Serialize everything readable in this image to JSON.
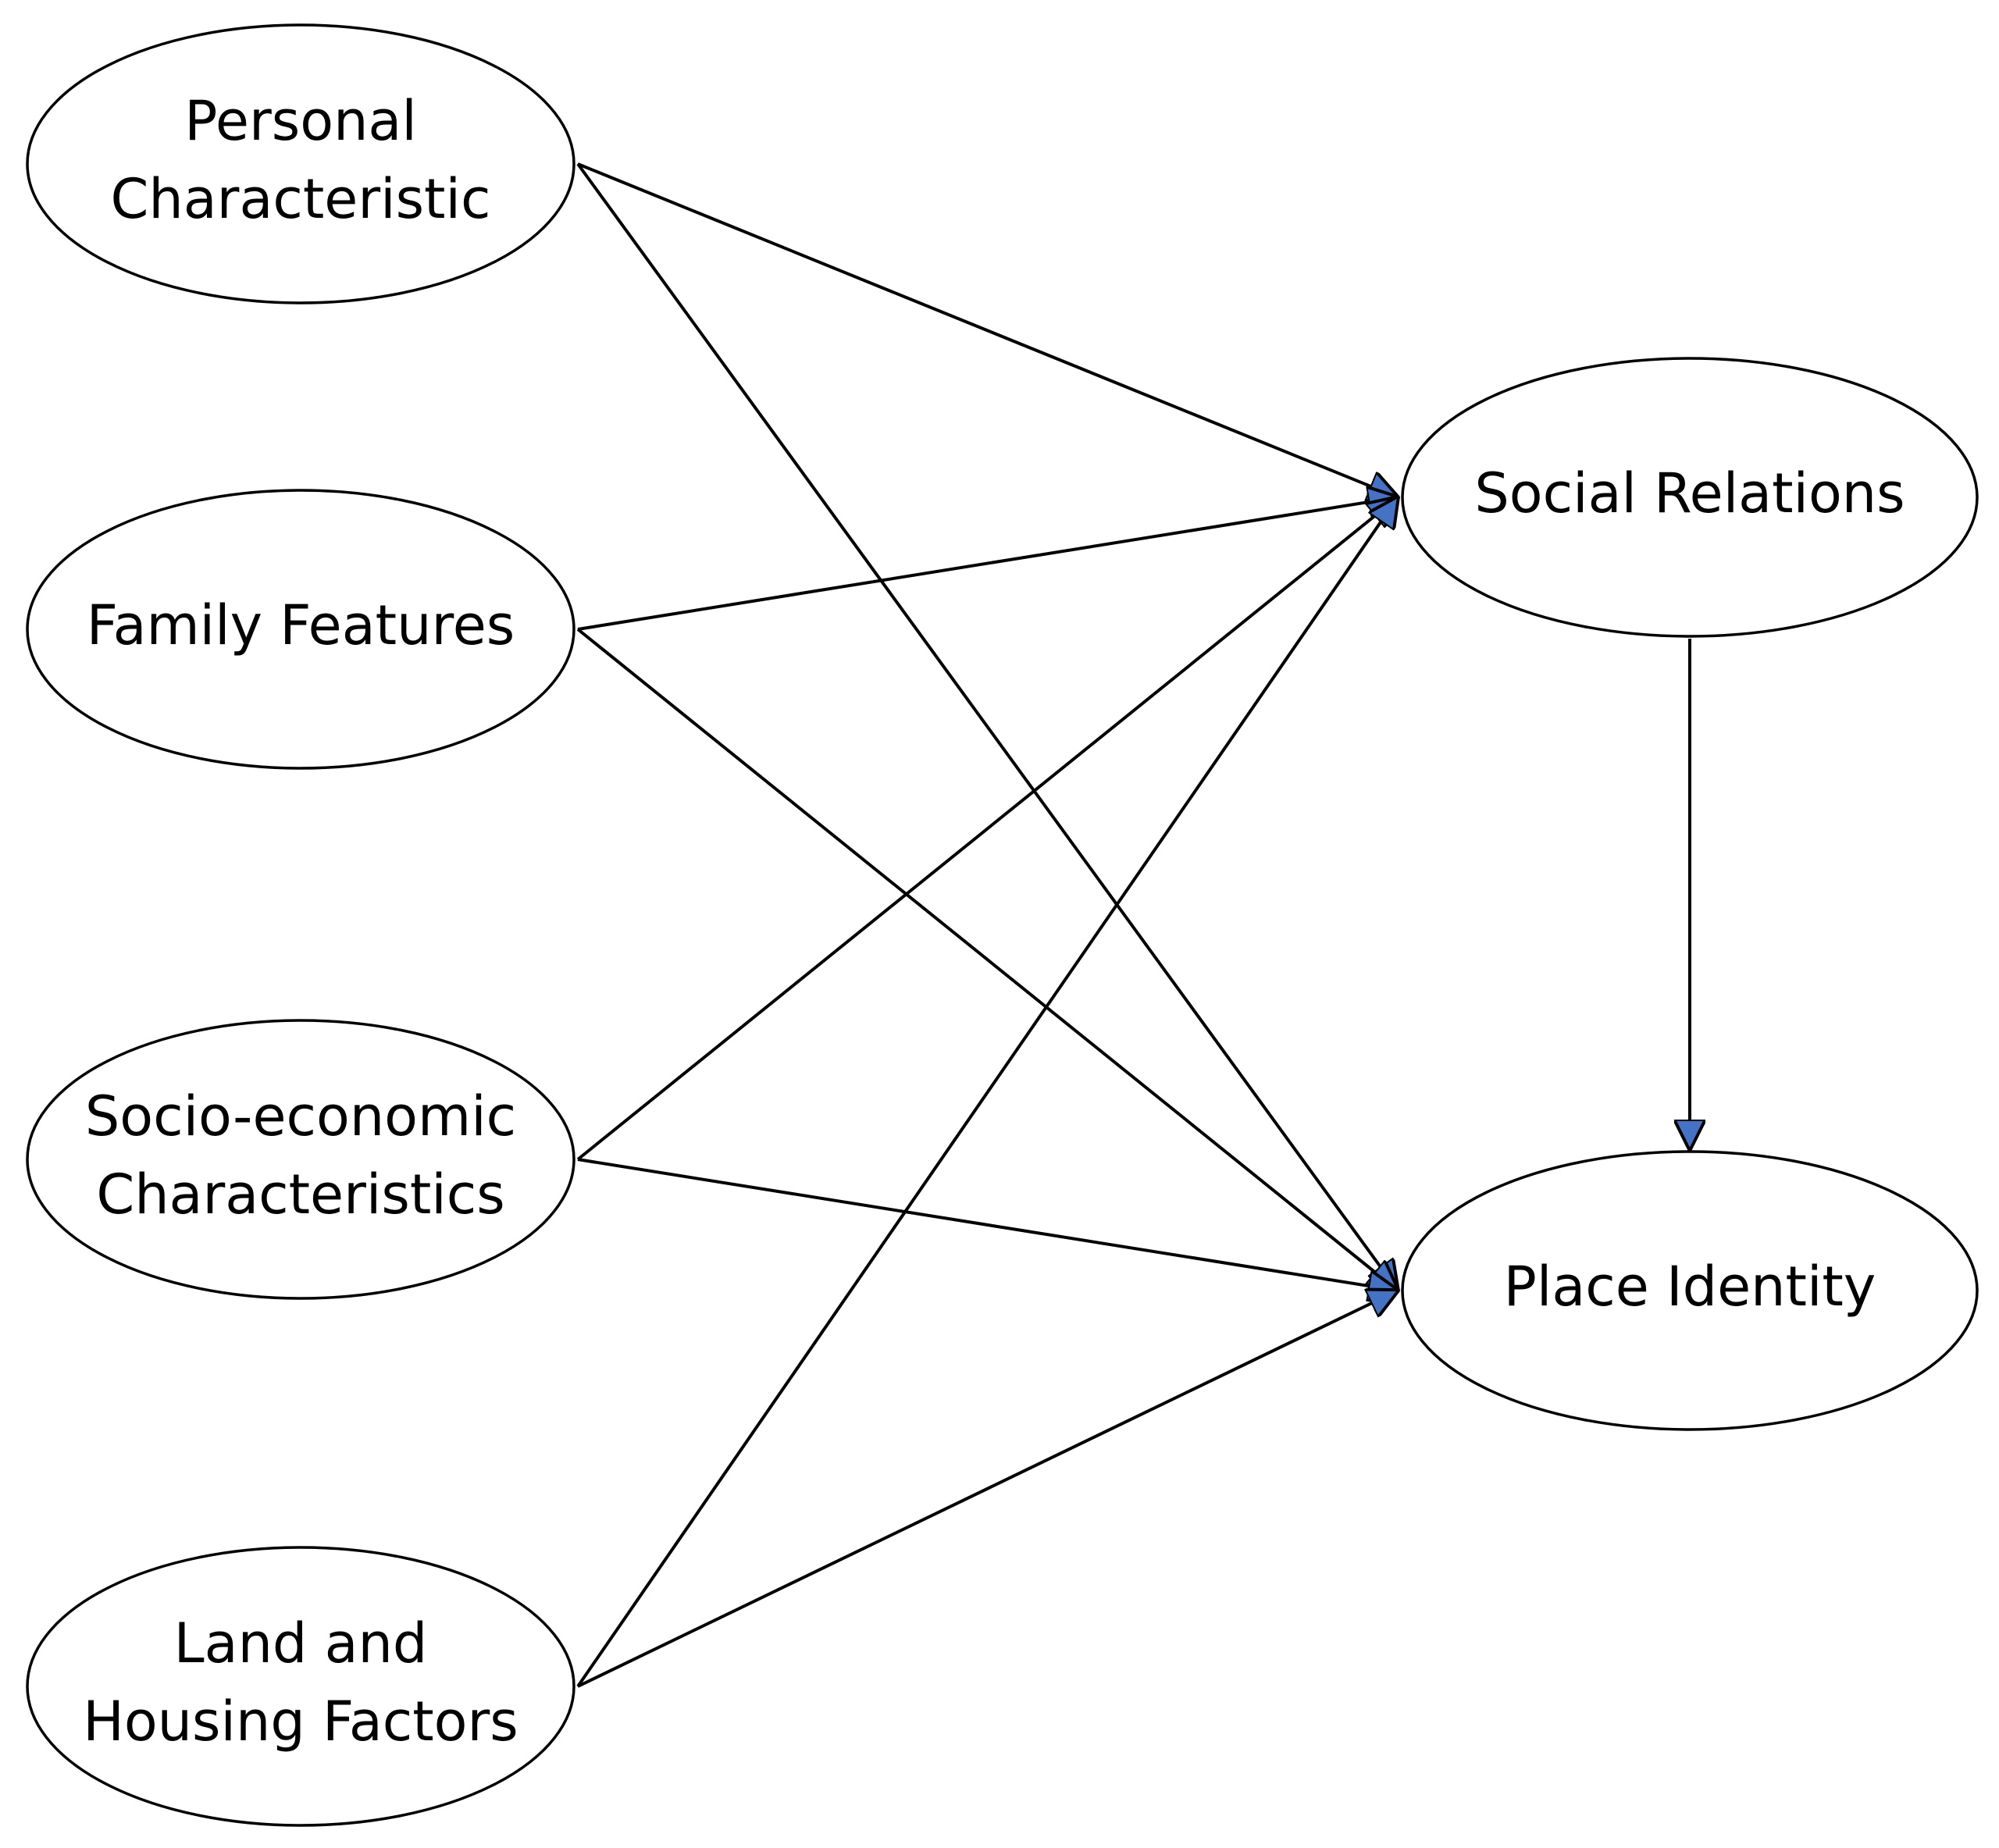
{
  "diagram": {
    "nodes": [
      {
        "id": "personal",
        "label_lines": [
          "Personal",
          "Characteristic"
        ]
      },
      {
        "id": "family",
        "label_lines": [
          "Family Features"
        ]
      },
      {
        "id": "socio",
        "label_lines": [
          "Socio-economic",
          "Characteristics"
        ]
      },
      {
        "id": "land",
        "label_lines": [
          "Land and",
          "Housing Factors"
        ]
      },
      {
        "id": "social",
        "label_lines": [
          "Social Relations"
        ]
      },
      {
        "id": "place",
        "label_lines": [
          "Place Identity"
        ]
      }
    ],
    "edges": [
      {
        "from": "personal",
        "to": "social"
      },
      {
        "from": "personal",
        "to": "place"
      },
      {
        "from": "family",
        "to": "social"
      },
      {
        "from": "family",
        "to": "place"
      },
      {
        "from": "socio",
        "to": "social"
      },
      {
        "from": "socio",
        "to": "place"
      },
      {
        "from": "land",
        "to": "social"
      },
      {
        "from": "land",
        "to": "place"
      },
      {
        "from": "social",
        "to": "place"
      }
    ],
    "colors": {
      "arrowhead": "#4472C4",
      "stroke": "#000000",
      "fill": "#ffffff"
    }
  }
}
